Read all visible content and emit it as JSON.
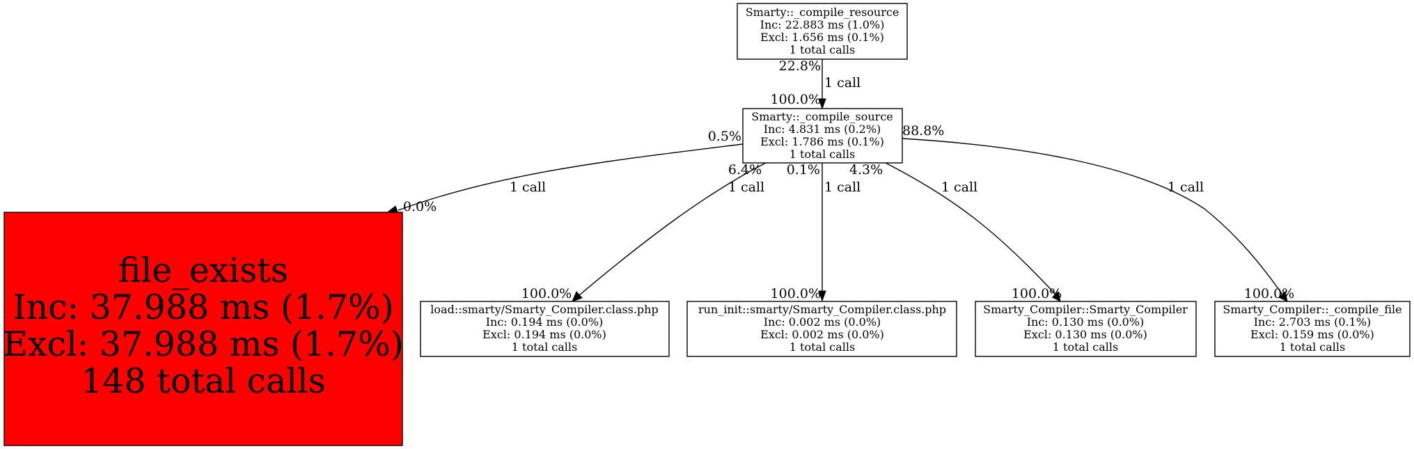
{
  "nodes": {
    "compile_resource": {
      "name": "Smarty::_compile_resource",
      "inc": "Inc: 22.883 ms (1.0%)",
      "excl": "Excl: 1.656 ms (0.1%)",
      "calls": "1 total calls",
      "fill": "#ffffff"
    },
    "compile_source": {
      "name": "Smarty::_compile_source",
      "inc": "Inc: 4.831 ms (0.2%)",
      "excl": "Excl: 1.786 ms (0.1%)",
      "calls": "1 total calls",
      "fill": "#ffffff"
    },
    "file_exists": {
      "name": "file_exists",
      "inc": "Inc: 37.988 ms (1.7%)",
      "excl": "Excl: 37.988 ms (1.7%)",
      "calls": "148 total calls",
      "fill": "#ff0000"
    },
    "load_compiler": {
      "name": "load::smarty/Smarty_Compiler.class.php",
      "inc": "Inc: 0.194 ms (0.0%)",
      "excl": "Excl: 0.194 ms (0.0%)",
      "calls": "1 total calls",
      "fill": "#ffffff"
    },
    "run_init_compiler": {
      "name": "run_init::smarty/Smarty_Compiler.class.php",
      "inc": "Inc: 0.002 ms (0.0%)",
      "excl": "Excl: 0.002 ms (0.0%)",
      "calls": "1 total calls",
      "fill": "#ffffff"
    },
    "compiler_ctor": {
      "name": "Smarty_Compiler::Smarty_Compiler",
      "inc": "Inc: 0.130 ms (0.0%)",
      "excl": "Excl: 0.130 ms (0.0%)",
      "calls": "1 total calls",
      "fill": "#ffffff"
    },
    "compile_file": {
      "name": "Smarty_Compiler::_compile_file",
      "inc": "Inc: 2.703 ms (0.1%)",
      "excl": "Excl: 0.159 ms (0.0%)",
      "calls": "1 total calls",
      "fill": "#ffffff"
    }
  },
  "edges": {
    "resource_to_source": {
      "tail_pct": "22.8%",
      "calls": "1 call",
      "head_pct": "100.0%"
    },
    "source_to_file_exists": {
      "tail_pct": "0.5%",
      "calls": "1 call",
      "head_pct": "0.0%"
    },
    "source_to_load": {
      "tail_pct": "6.4%",
      "calls": "1 call",
      "head_pct": "100.0%"
    },
    "source_to_run_init": {
      "tail_pct": "0.1%",
      "calls": "1 call",
      "head_pct": "100.0%"
    },
    "source_to_ctor": {
      "tail_pct": "4.3%",
      "calls": "1 call",
      "head_pct": "100.0%"
    },
    "source_to_compile_file": {
      "tail_pct": "88.8%",
      "calls": "1 call",
      "head_pct": "100.0%"
    }
  }
}
